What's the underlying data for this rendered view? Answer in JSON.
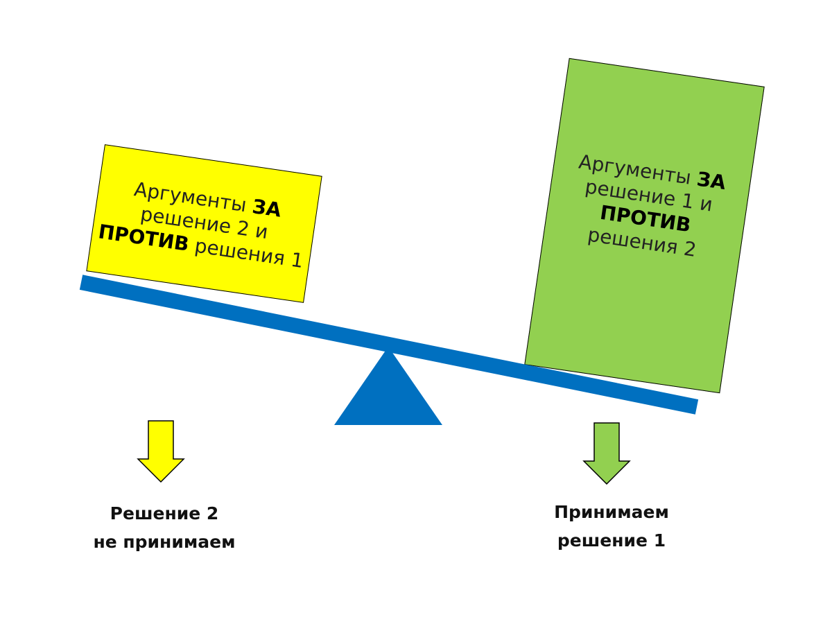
{
  "colors": {
    "beam": "#0070C0",
    "fulcrum": "#0070C0",
    "left_box": "#FFFF00",
    "right_box": "#92D050",
    "left_arrow": "#FFFF00",
    "right_arrow": "#92D050",
    "outline": "#000000"
  },
  "left_box": {
    "line1_prefix": "Аргументы ",
    "line1_bold": "ЗА",
    "line2": "решение 2 и",
    "line3_bold": "ПРОТИВ",
    "line3_suffix": " решения 1"
  },
  "right_box": {
    "line1_prefix": "Аргументы ",
    "line1_bold": "ЗА",
    "line2": "решение 1 и",
    "line3_bold": "ПРОТИВ",
    "line4": "решения 2"
  },
  "left_outcome": {
    "line1": "Решение 2",
    "line2": "не принимаем"
  },
  "right_outcome": {
    "line1": "Принимаем",
    "line2": "решение 1"
  },
  "icons": {
    "left_arrow": "down-arrow-icon",
    "right_arrow": "down-arrow-icon",
    "fulcrum": "triangle-fulcrum"
  }
}
